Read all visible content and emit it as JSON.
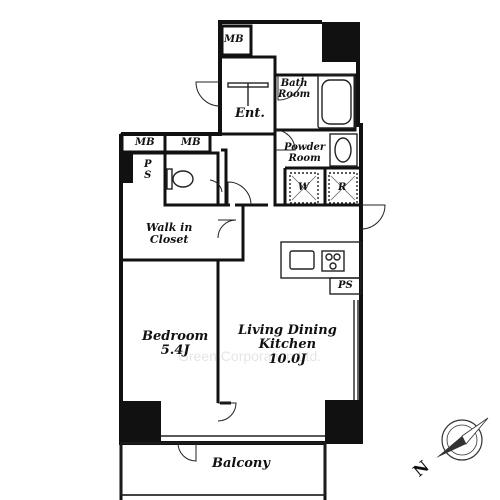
{
  "rooms": {
    "mb_top": "MB",
    "bathroom": [
      "Bath",
      "Room"
    ],
    "entrance": "Ent.",
    "mb_left_1": "MB",
    "mb_left_2": "MB",
    "ps_left": [
      "P",
      "S"
    ],
    "powder_room": [
      "Powder",
      "Room"
    ],
    "washer": "W",
    "refrigerator": "R",
    "walk_in_closet": [
      "Walk in",
      "Closet"
    ],
    "ps_kitchen": "PS",
    "bedroom": {
      "name": "Bedroom",
      "size": "5.4J"
    },
    "ldk": {
      "name_1": "Living Dining",
      "name_2": "Kitchen",
      "size": "10.0J"
    },
    "balcony": "Balcony"
  },
  "watermark": "Green Corporation Ltd.",
  "compass": {
    "label": "N"
  },
  "colors": {
    "wall": "#111111",
    "pillar": "#0a0a0a",
    "line": "#222222",
    "fixture": "#555555"
  }
}
